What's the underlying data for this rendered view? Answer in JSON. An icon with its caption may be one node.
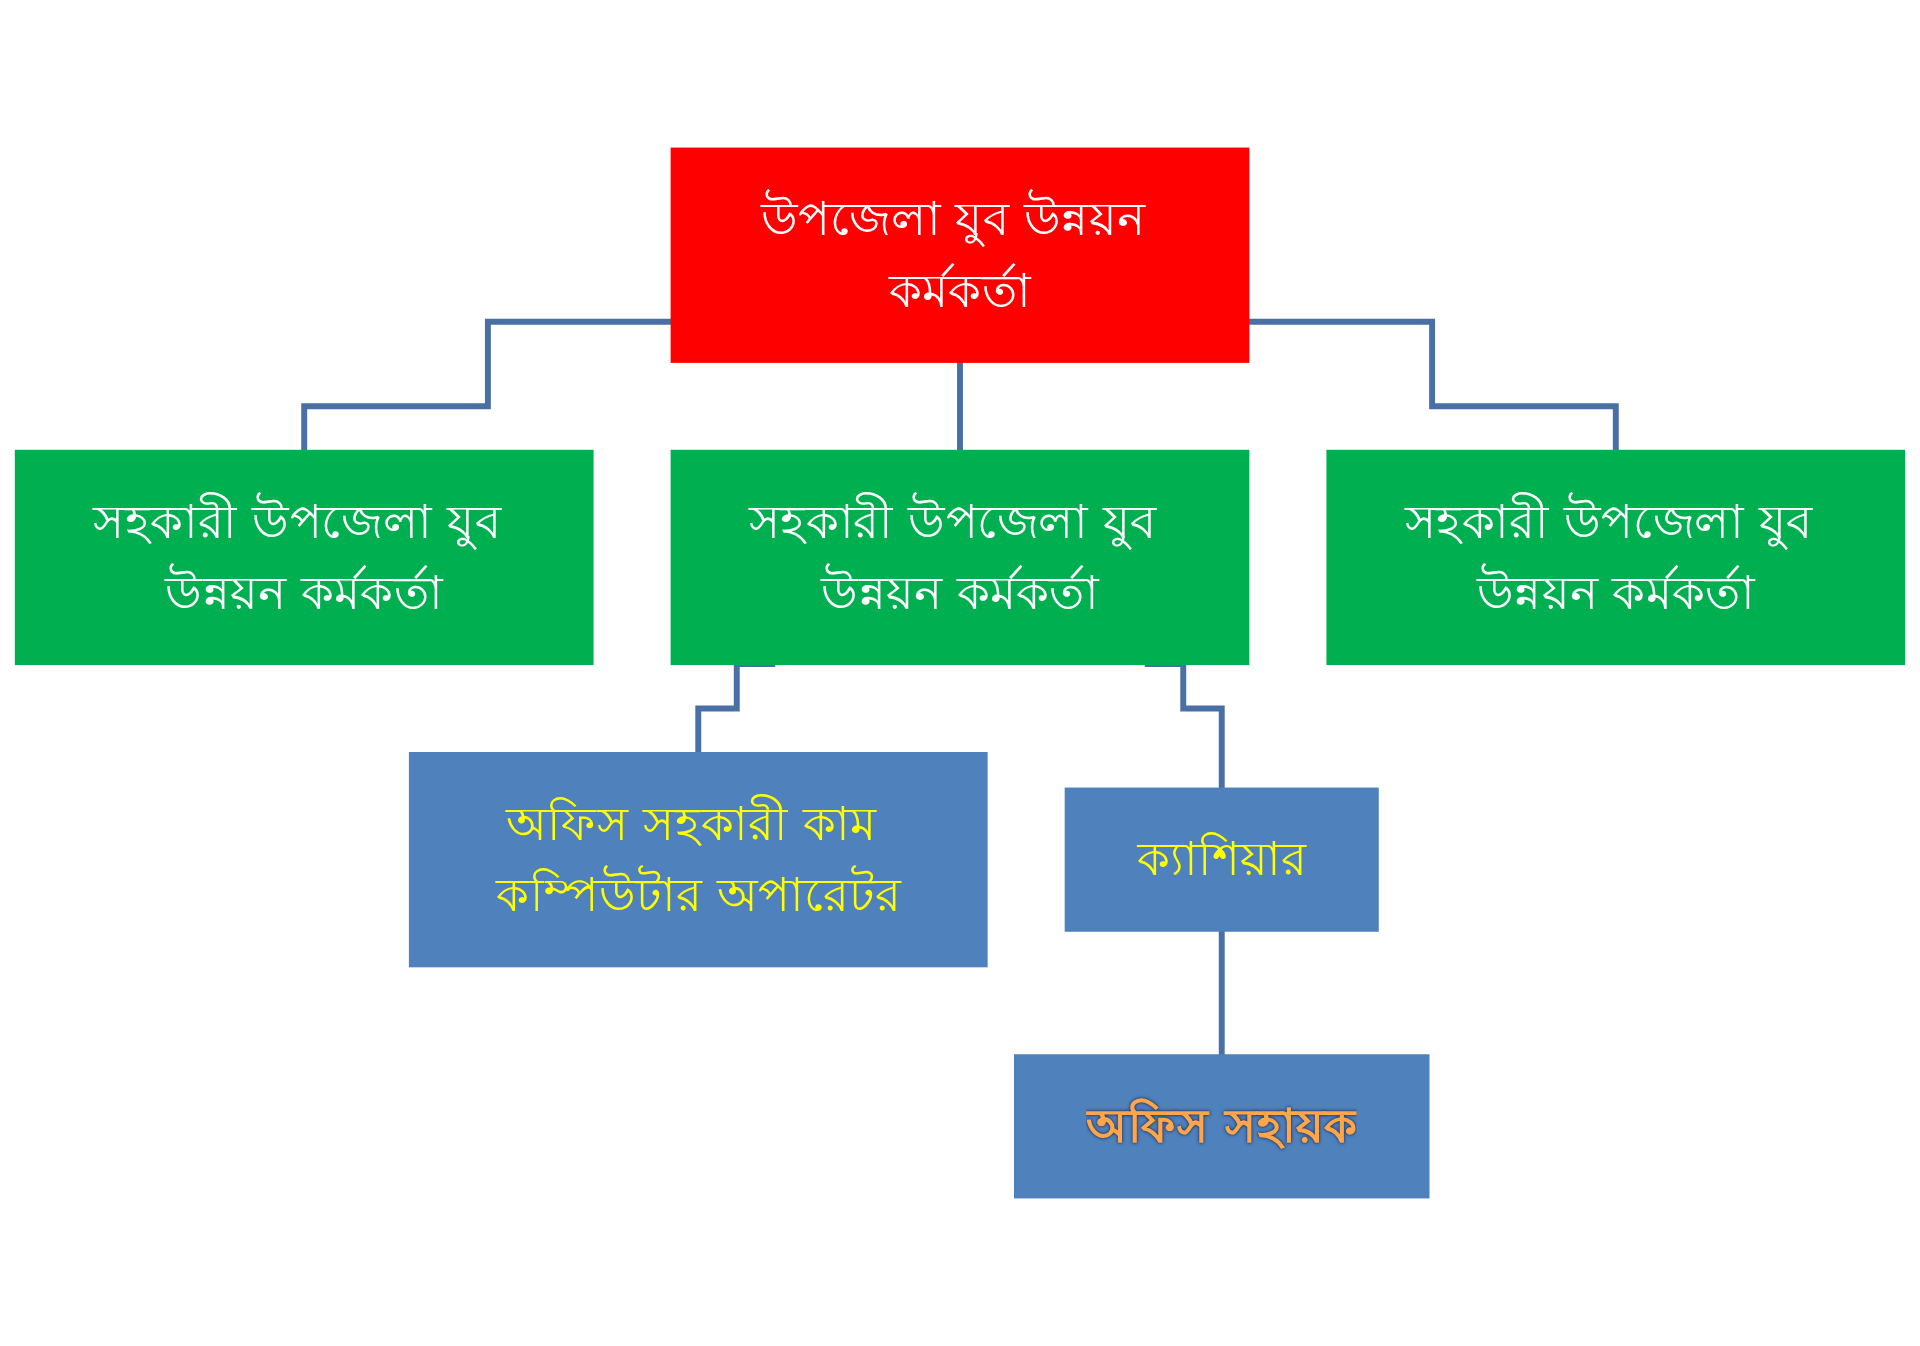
{
  "diagram": {
    "nodes": [
      {
        "text": [
          "উপজেলা যুব উন্নয়ন কর্মকর্তা"
        ]
      },
      {
        "text": [
          "সহকারী উপজেলা যুব উন্নয়ন কর্মকর্তা"
        ]
      },
      {
        "text": [
          "সহকারী উপজেলা যুব উন্নয়ন কর্মকর্তা"
        ]
      },
      {
        "text": [
          "সহকারী উপজেলা যুব উন্নয়ন কর্মকর্তা"
        ]
      },
      {
        "text": [
          "অফিস সহকারী কাম কম্পিউটার অপারেটর"
        ]
      },
      {
        "text": [
          "ক্যাশিয়ার"
        ]
      },
      {
        "text": [
          "অফিস সহায়ক"
        ]
      }
    ],
    "edges": [
      {
        "from": 0,
        "to": 1,
        "arrow": "none"
      },
      {
        "from": 0,
        "to": 2,
        "arrow": "none"
      },
      {
        "from": 0,
        "to": 3,
        "arrow": "none"
      },
      {
        "from": 2,
        "to": 4,
        "arrow": "none"
      },
      {
        "from": 2,
        "to": 5,
        "arrow": "none"
      },
      {
        "from": 5,
        "to": 6,
        "arrow": "none"
      }
    ]
  }
}
